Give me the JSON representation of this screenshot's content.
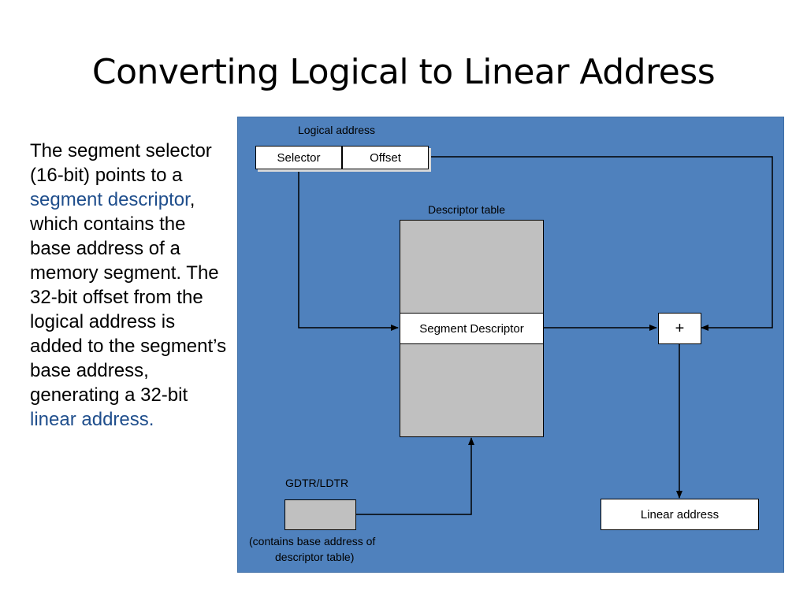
{
  "slide": {
    "title": "Converting Logical to Linear Address",
    "body": {
      "part1": "The segment selector (16-bit) points to a ",
      "link1": "segment descriptor",
      "part2": ", which contains the base address of a memory segment. The 32-bit offset from the logical address is added to the segment’s base address, generating a 32-bit ",
      "link2": "linear address."
    }
  },
  "diagram": {
    "logical_address_label": "Logical address",
    "selector_label": "Selector",
    "offset_label": "Offset",
    "descriptor_table_label": "Descriptor table",
    "segment_descriptor_label": "Segment Descriptor",
    "adder_label": "+",
    "gdtr_label": "GDTR/LDTR",
    "gdtr_note_line1": "(contains base address of",
    "gdtr_note_line2": "descriptor table)",
    "linear_address_label": "Linear address",
    "colors": {
      "panel": "#4f81bd",
      "link_text": "#1f4e8c",
      "table_fill": "#c0c0c0"
    }
  }
}
